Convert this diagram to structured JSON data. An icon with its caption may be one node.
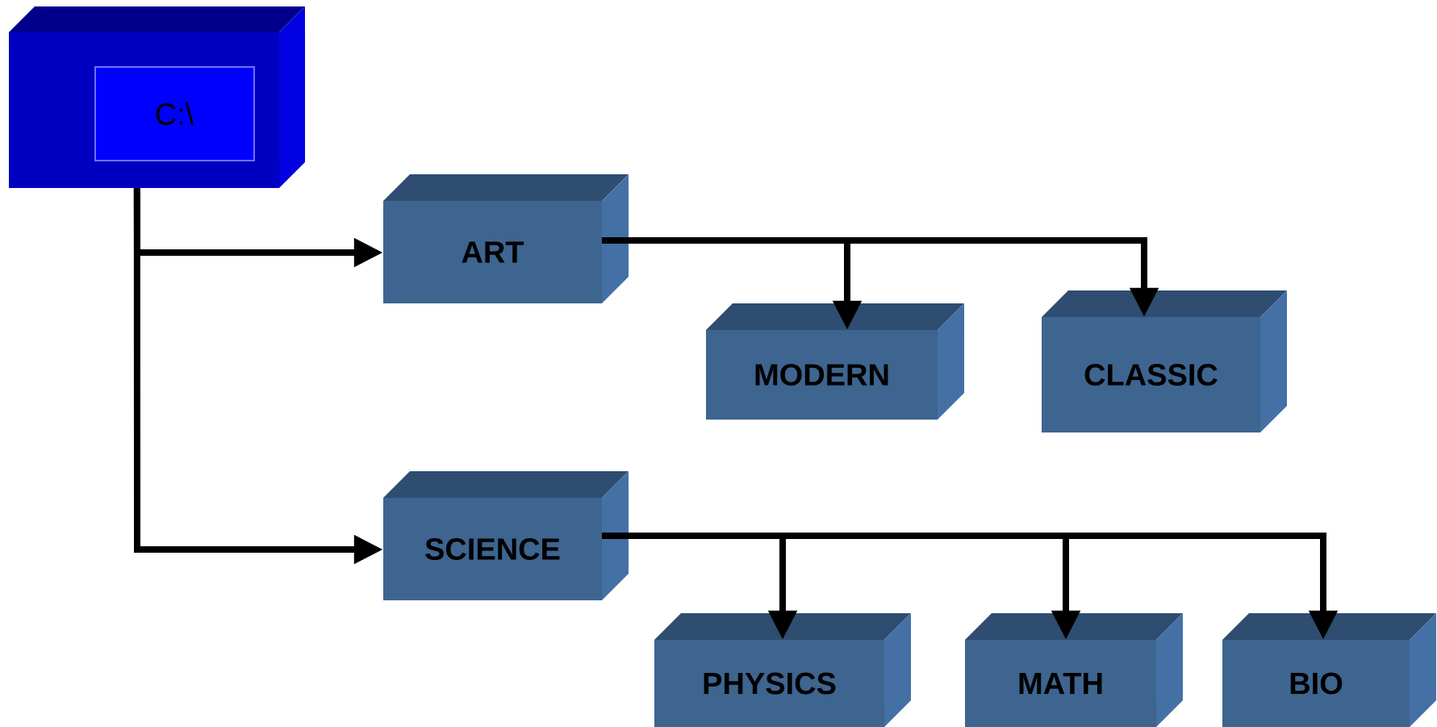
{
  "diagram": {
    "nodes": [
      {
        "text": [
          "C:\\"
        ]
      },
      {
        "text": [
          "ART"
        ]
      },
      {
        "text": [
          "MODERN"
        ]
      },
      {
        "text": [
          "CLASSIC"
        ]
      },
      {
        "text": [
          "SCIENCE"
        ]
      },
      {
        "text": [
          "PHYSICS"
        ]
      },
      {
        "text": [
          "MATH"
        ]
      },
      {
        "text": [
          "BIO"
        ]
      }
    ],
    "edges": [
      {
        "from": 0,
        "to": 1,
        "arrow": "to"
      },
      {
        "from": 0,
        "to": 4,
        "arrow": "to"
      },
      {
        "from": 1,
        "to": 2,
        "arrow": "to"
      },
      {
        "from": 1,
        "to": 3,
        "arrow": "to"
      },
      {
        "from": 4,
        "to": 5,
        "arrow": "to"
      },
      {
        "from": 4,
        "to": 6,
        "arrow": "to"
      },
      {
        "from": 4,
        "to": 7,
        "arrow": "to"
      }
    ]
  }
}
